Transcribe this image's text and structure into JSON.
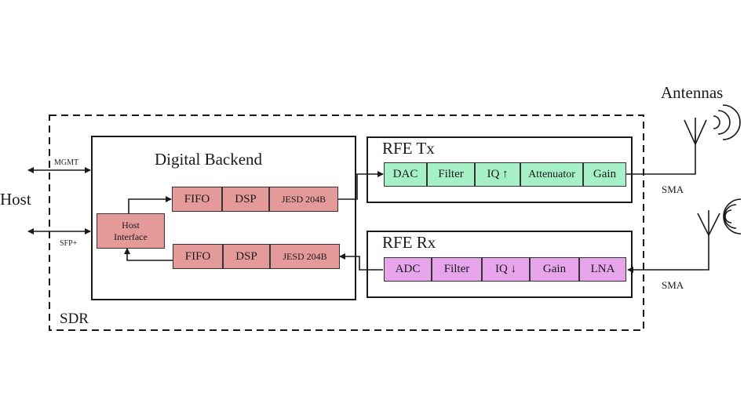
{
  "labels": {
    "host": "Host",
    "mgmt": "MGMT",
    "sfp": "SFP+",
    "sdr": "SDR",
    "antennas": "Antennas",
    "sma_tx": "SMA",
    "sma_rx": "SMA"
  },
  "digital_backend": {
    "title": "Digital Backend",
    "host_interface": "Host\nInterface",
    "tx_chain": [
      "FIFO",
      "DSP",
      "JESD 204B"
    ],
    "rx_chain": [
      "FIFO",
      "DSP",
      "JESD 204B"
    ]
  },
  "rfe_tx": {
    "title": "RFE Tx",
    "blocks": [
      "DAC",
      "Filter",
      "IQ ↑",
      "Attenuator",
      "Gain"
    ]
  },
  "rfe_rx": {
    "title": "RFE Rx",
    "blocks": [
      "ADC",
      "Filter",
      "IQ ↓",
      "Gain",
      "LNA"
    ]
  },
  "colors": {
    "digital_blocks": "#e59a9a",
    "tx_blocks": "#a6f0c8",
    "rx_blocks": "#e7a4ea",
    "lines": "#1a1a1a"
  }
}
